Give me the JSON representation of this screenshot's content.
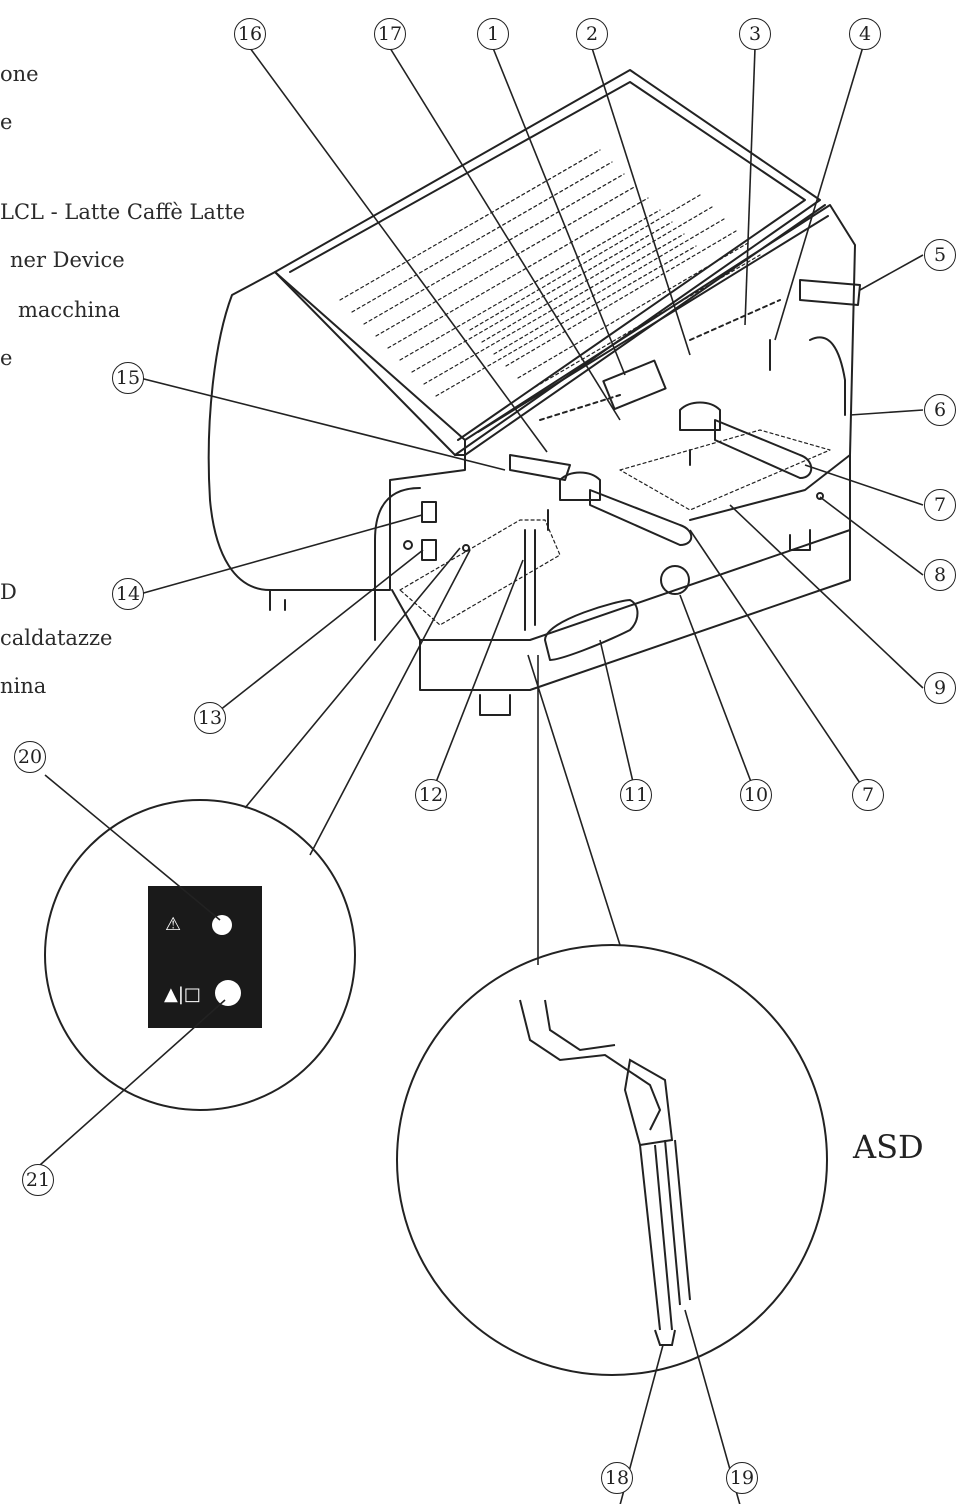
{
  "side_labels": [
    "one",
    "e",
    "LCL - Latte Caffè Latte",
    "ner Device",
    "macchina",
    "e",
    "D",
    "caldatazze",
    "nina"
  ],
  "asd_label": "ASD",
  "callouts": [
    "16",
    "17",
    "1",
    "2",
    "3",
    "4",
    "5",
    "6",
    "7",
    "8",
    "9",
    "7",
    "10",
    "11",
    "12",
    "13",
    "14",
    "15",
    "20",
    "21",
    "18",
    "19"
  ]
}
